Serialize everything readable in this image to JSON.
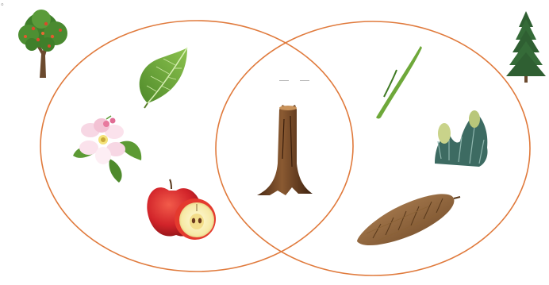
{
  "page": {
    "corner_mark": "∘"
  },
  "diagram": {
    "type": "venn",
    "circle_color": "#e07a3c",
    "sets": [
      {
        "key": "apple-tree",
        "icon": "apple-tree-icon",
        "items": [
          "leaf-icon",
          "apple-blossom-icon",
          "apple-fruit-icon"
        ]
      },
      {
        "key": "spruce-tree",
        "icon": "spruce-tree-icon",
        "items": [
          "needle-icon",
          "spruce-bud-icon",
          "spruce-cone-icon"
        ]
      }
    ],
    "shared_items": [
      "tree-trunk-icon"
    ]
  }
}
